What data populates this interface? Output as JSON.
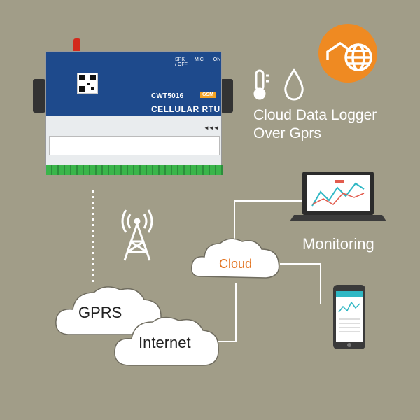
{
  "device": {
    "model": "CWT5016",
    "network_badge": "GSM",
    "name": "CELLULAR RTU",
    "top_labels": [
      "SPK",
      "MIC",
      "ON / OFF"
    ],
    "status_arrows": "◄◄◄"
  },
  "headline": {
    "line1": "Cloud Data Logger",
    "line2": "Over Gprs"
  },
  "nodes": {
    "cloud": "Cloud",
    "gprs": "GPRS",
    "internet": "Internet",
    "monitoring": "Monitoring"
  },
  "colors": {
    "background": "#a19d88",
    "accent": "#ef8a22",
    "cloud_text": "#e2711d",
    "device_panel": "#1e4a8c"
  }
}
